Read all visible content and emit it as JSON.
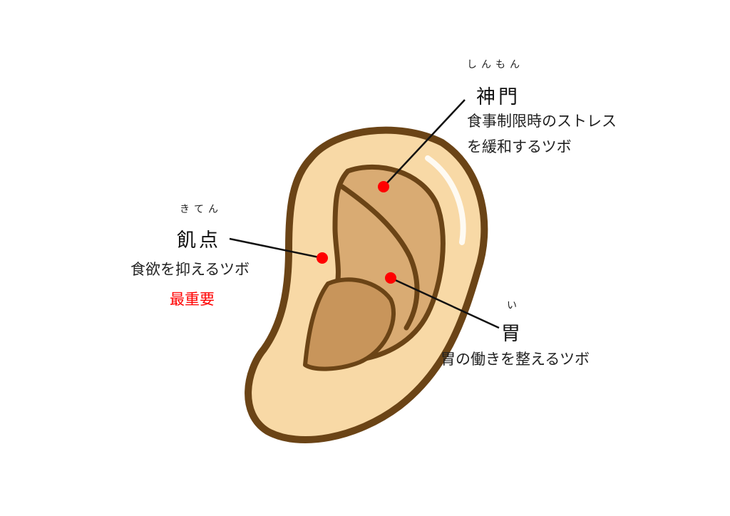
{
  "colors": {
    "ear_outline": "#6b4416",
    "ear_skin": "#f8d9a6",
    "ear_inner": "#d9ab73",
    "point": "#ff0000",
    "important_text": "#ff0000"
  },
  "points": [
    {
      "id": "shinmon",
      "reading": "しんもん",
      "name": "神門",
      "description": [
        "食事制限時のストレス",
        "を緩和するツボ"
      ]
    },
    {
      "id": "kiten",
      "reading": "きてん",
      "name": "飢点",
      "description": [
        "食欲を抑えるツボ"
      ],
      "note": "最重要"
    },
    {
      "id": "i",
      "reading": "い",
      "name": "胃",
      "description": [
        "胃の働きを整えるツボ"
      ]
    }
  ]
}
